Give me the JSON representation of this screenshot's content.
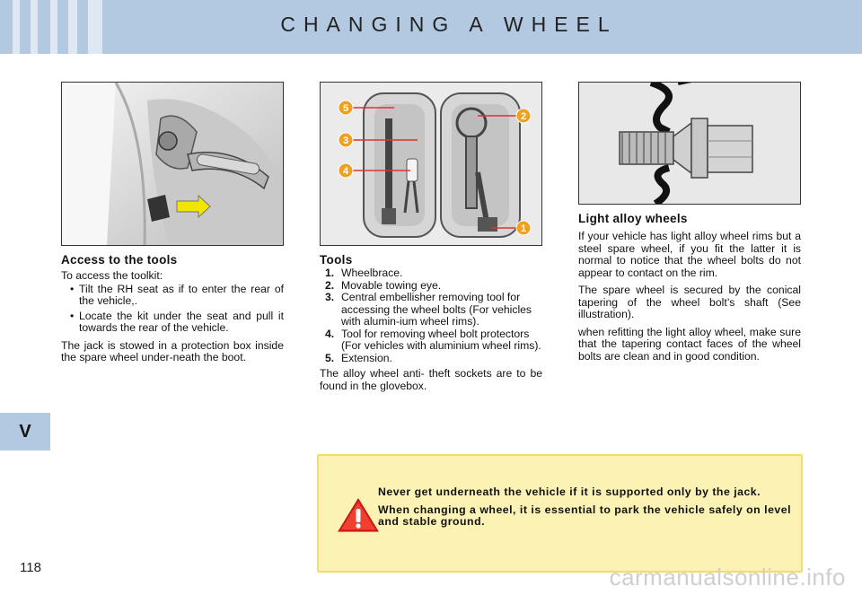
{
  "header": {
    "title": "CHANGING A WHEEL"
  },
  "side_tab": {
    "label": "V"
  },
  "page_number": "118",
  "left_col": {
    "heading": "Access to the tools",
    "intro": "To access the toolkit:",
    "bullets": [
      "Tilt the RH seat as if to enter the rear of the vehicle,.",
      "Locate the kit under the seat and pull it towards the rear of the vehicle."
    ],
    "para": "The jack is stowed in a protection box inside the spare wheel under-neath the boot."
  },
  "mid_col": {
    "heading": "Tools",
    "items": [
      {
        "num": "1.",
        "text": "Wheelbrace."
      },
      {
        "num": "2.",
        "text": "Movable towing eye."
      },
      {
        "num": "3.",
        "text": "Central embellisher removing tool for accessing the wheel bolts (For vehicles with alumin-ium wheel rims)."
      },
      {
        "num": "4.",
        "text": "Tool for removing wheel bolt protectors (For vehicles with aluminium wheel rims)."
      },
      {
        "num": "5.",
        "text": "Extension."
      }
    ],
    "para": "The alloy wheel anti- theft sockets are to be found in the glovebox.",
    "callouts": [
      "5",
      "2",
      "3",
      "4",
      "1"
    ]
  },
  "right_col": {
    "heading": "Light alloy wheels",
    "paras": [
      "If your vehicle has light alloy wheel rims but a steel spare wheel, if you fit the latter it is normal to notice that the wheel bolts do not appear to contact on the rim.",
      "The spare wheel is secured by the conical tapering of the wheel bolt’s shaft (See illustration).",
      "when refitting the light alloy wheel, make sure that the tapering contact faces of the wheel bolts are clean and in good condition."
    ]
  },
  "warning": {
    "line1": "Never get underneath the vehicle if it is supported only by the jack.",
    "line2": "When changing a wheel, it is essential to park the vehicle safely on level and stable ground."
  },
  "watermark": "carmanualsonline.info",
  "colors": {
    "header_blue": "#b3c9e1",
    "warning_bg": "#fbf2b4",
    "callout_orange": "#f0a020",
    "arrow_yellow": "#f2e600"
  }
}
